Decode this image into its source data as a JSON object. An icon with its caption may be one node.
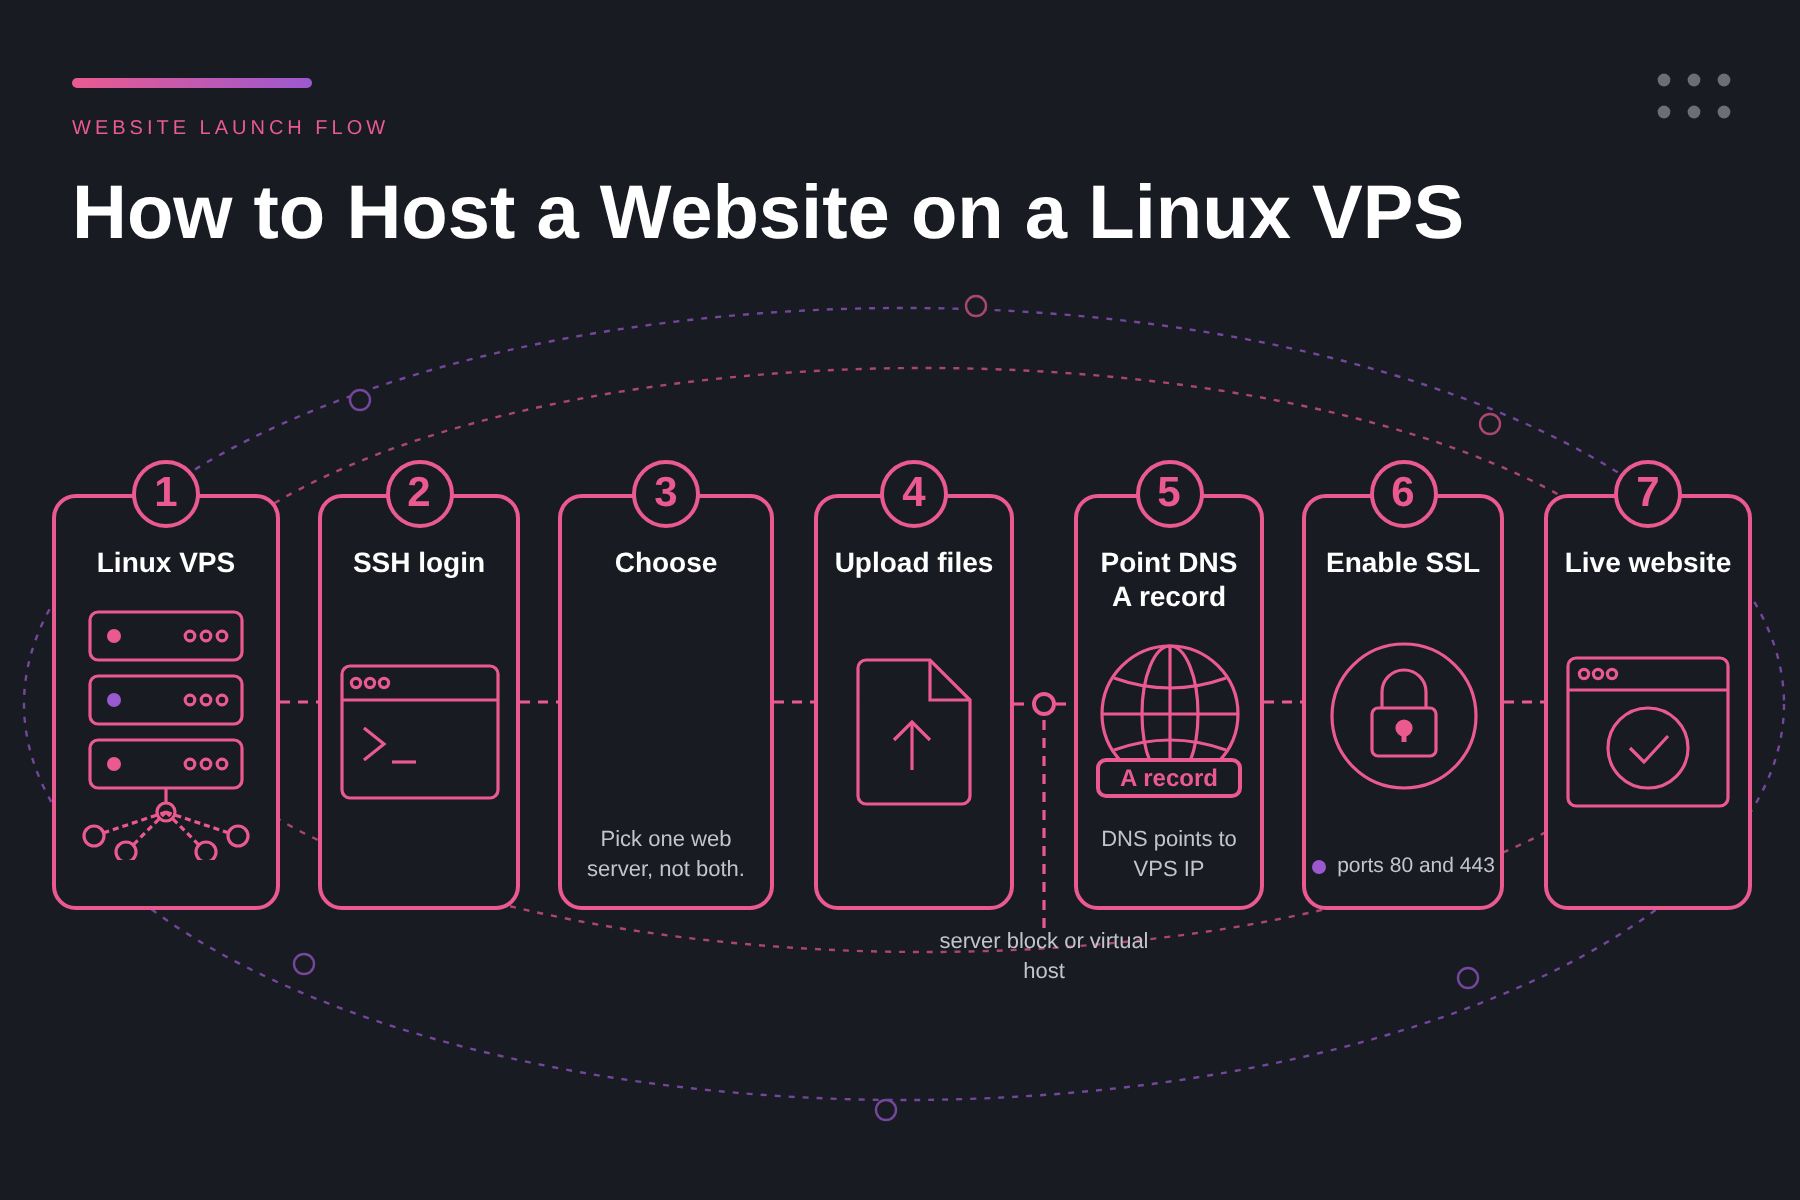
{
  "diagram": {
    "title": "How to Host a Website on a Linux VPS",
    "nodes": [
      {
        "text": [
          "1",
          "Linux VPS"
        ]
      },
      {
        "text": [
          "2",
          "SSH login"
        ]
      },
      {
        "text": [
          "3",
          "Choose",
          "Pick one web server, not both."
        ]
      },
      {
        "text": [
          "4",
          "Upload files"
        ]
      },
      {
        "text": [
          "5",
          "Point DNS A record",
          "DNS points to VPS IP"
        ]
      },
      {
        "text": [
          "A record"
        ],
        "in": 4
      },
      {
        "text": [
          "6",
          "Enable SSL",
          "ports 80 and 443"
        ]
      },
      {
        "text": [
          "7",
          "Live website"
        ]
      },
      {
        "text": [],
        "shape": "circle"
      },
      {
        "text": [
          "server block or virtual host"
        ]
      }
    ],
    "edges": [
      {
        "from": 0,
        "to": 1,
        "arrow": "none",
        "style": "dashed"
      },
      {
        "from": 1,
        "to": 2,
        "arrow": "none",
        "style": "dashed"
      },
      {
        "from": 2,
        "to": 3,
        "arrow": "none",
        "style": "dashed"
      },
      {
        "from": 3,
        "to": 8,
        "arrow": "none",
        "style": "dashed"
      },
      {
        "from": 8,
        "to": 4,
        "arrow": "none",
        "style": "dashed"
      },
      {
        "from": 4,
        "to": 6,
        "arrow": "none",
        "style": "dashed"
      },
      {
        "from": 6,
        "to": 7,
        "arrow": "none",
        "style": "dashed"
      },
      {
        "from": 9,
        "to": 8,
        "arrow": "none",
        "style": "dashed"
      }
    ],
    "labels": [
      "WEBSITE LAUNCH FLOW"
    ]
  }
}
